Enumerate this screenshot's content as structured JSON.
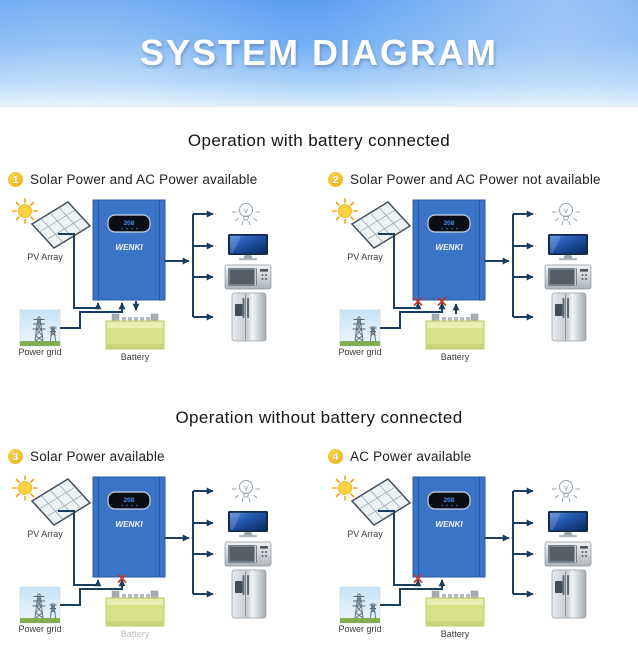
{
  "header": {
    "title": "SYSTEM DIAGRAM"
  },
  "sections": [
    {
      "title": "Operation with battery connected",
      "diagrams": [
        {
          "num": "1",
          "label": "Solar Power and AC Power available",
          "solar": "available",
          "ac": "available",
          "battery": "charging",
          "battery_label_faded": false
        },
        {
          "num": "2",
          "label": "Solar Power and AC Power not available",
          "solar": "blocked",
          "ac": "blocked",
          "battery": "discharging",
          "battery_label_faded": false
        }
      ]
    },
    {
      "title": "Operation without  battery connected",
      "diagrams": [
        {
          "num": "3",
          "label": "Solar Power available",
          "solar": "available",
          "ac": "blocked",
          "battery": "none",
          "battery_label_faded": true
        },
        {
          "num": "4",
          "label": "AC Power available",
          "solar": "blocked",
          "ac": "available",
          "battery": "none",
          "battery_label_faded": false
        }
      ]
    }
  ],
  "diagram_common": {
    "pv_label": "PV Array",
    "grid_label": "Power grid",
    "battery_label": "Battery",
    "inverter_brand": "WENKI",
    "inverter_display": "208",
    "loads": [
      "light bulb",
      "television",
      "microwave oven",
      "refrigerator"
    ]
  },
  "colors": {
    "banner_top": "#5d9ff1",
    "banner_bottom": "#d8ecfb",
    "inverter_blue": "#3b73c6",
    "battery_yellow": "#d8e288",
    "wire_navy": "#1c3e5e",
    "badge_yellow": "#e8ae12",
    "blocked_red": "#c0392b"
  }
}
